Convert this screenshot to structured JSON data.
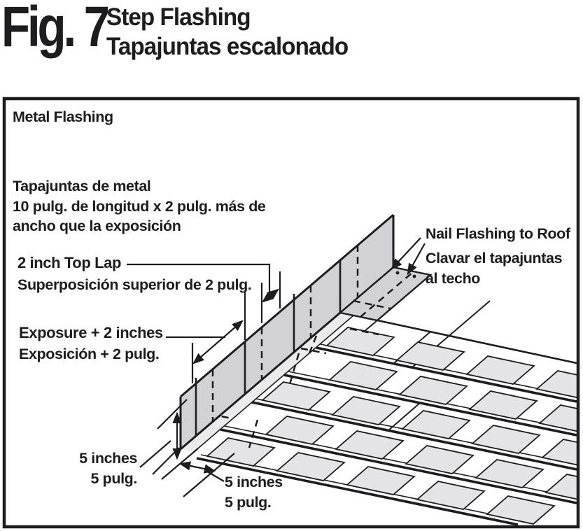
{
  "figure": {
    "number": "Fig. 7",
    "title_en": "Step Flashing",
    "title_es": "Tapajuntas escalonado"
  },
  "diagram": {
    "labels": {
      "metal_flashing": "Metal Flashing",
      "metal_flashing_es_line1": "Tapajuntas de metal",
      "metal_flashing_es_line2": "10 pulg. de longitud x 2 pulg. más de",
      "metal_flashing_es_line3": "ancho que la exposición",
      "top_lap_en": "2 inch Top Lap",
      "top_lap_es": "Superposición superior de 2 pulg.",
      "exposure_en": "Exposure + 2 inches",
      "exposure_es": "Exposición + 2 pulg.",
      "nail_en": "Nail Flashing to Roof",
      "nail_es_line1": "Clavar el tapajuntas",
      "nail_es_line2": "al techo",
      "five_inches_en": "5 inches",
      "five_inches_es": "5 pulg."
    },
    "colors": {
      "line": "#1d1d1f",
      "flashing": "#d2d2d4",
      "shingle_tab": "#e4e4e6",
      "flashing_strip": "#ebebec",
      "background": "#ffffff"
    }
  }
}
